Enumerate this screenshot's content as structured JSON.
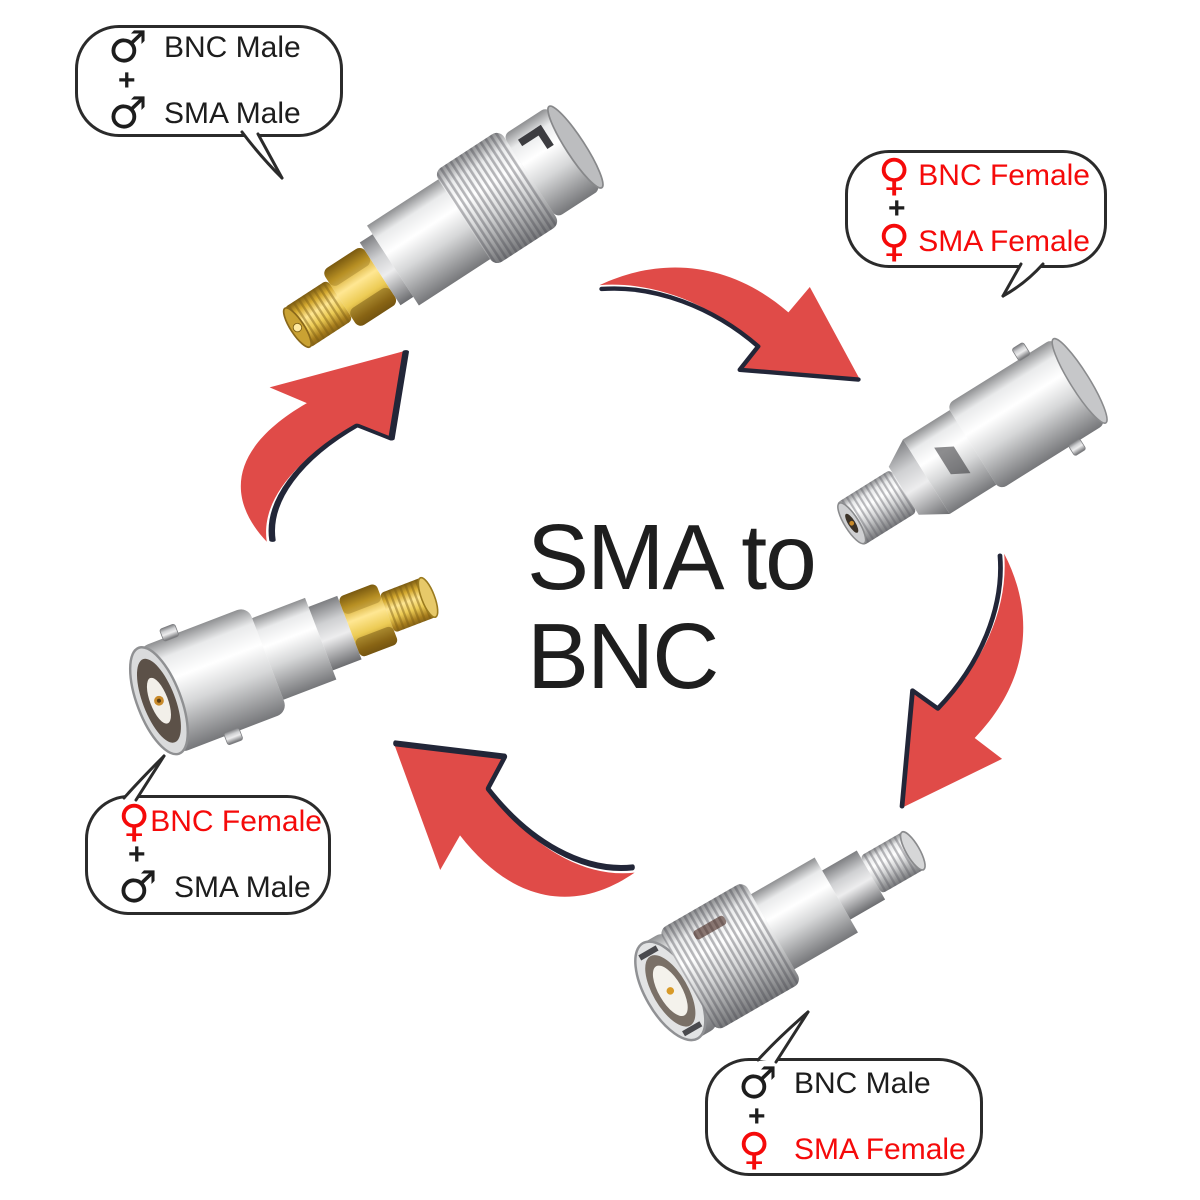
{
  "title": {
    "line1": "SMA to",
    "line2": "BNC"
  },
  "plus_sign": "+",
  "colors": {
    "male": "#1d1d1d",
    "female": "#f50a0a",
    "arrow_fill": "#e04b48",
    "arrow_edge": "#222638",
    "bubble_border": "#2b2b2b",
    "title": "#1e1e1e"
  },
  "callouts": {
    "top_left": {
      "lines": [
        {
          "symbol": "♂",
          "label": "BNC Male",
          "gender": "male"
        },
        {
          "symbol": "♂",
          "label": "SMA Male",
          "gender": "male"
        }
      ]
    },
    "top_right": {
      "lines": [
        {
          "symbol": "♀",
          "label": "BNC Female",
          "gender": "female"
        },
        {
          "symbol": "♀",
          "label": "SMA Female",
          "gender": "female"
        }
      ]
    },
    "bottom_left": {
      "lines": [
        {
          "symbol": "♀",
          "label": "BNC Female",
          "gender": "female"
        },
        {
          "symbol": "♂",
          "label": "SMA Male",
          "gender": "male"
        }
      ]
    },
    "bottom_right": {
      "lines": [
        {
          "symbol": "♂",
          "label": "BNC Male",
          "gender": "male"
        },
        {
          "symbol": "♀",
          "label": "SMA Female",
          "gender": "female"
        }
      ]
    }
  }
}
